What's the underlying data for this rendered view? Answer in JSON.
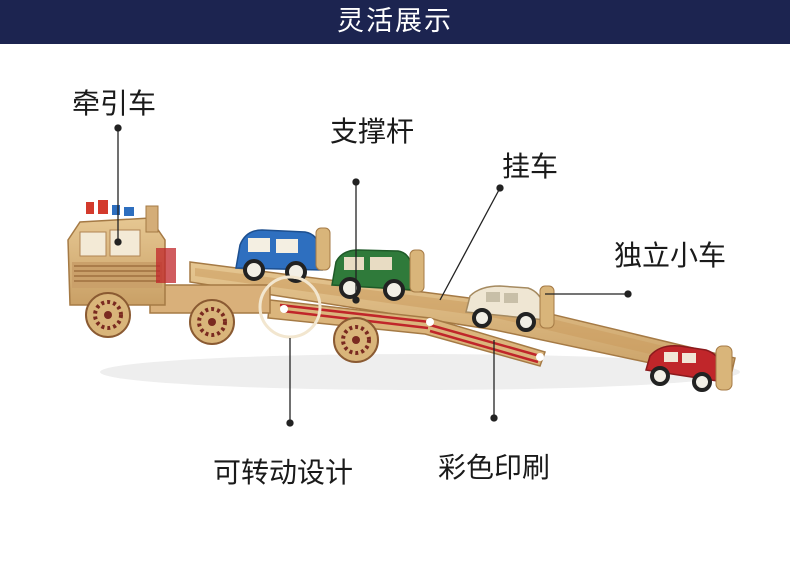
{
  "header": {
    "title": "灵活展示"
  },
  "labels": {
    "tractor": "牵引车",
    "support_rod": "支撑杆",
    "trailer": "挂车",
    "independent_car": "独立小车",
    "rotatable_design": "可转动设计",
    "color_printing": "彩色印刷"
  },
  "colors": {
    "header_bg": "#1c2450",
    "wood": "#d9b57a",
    "car_blue": "#2e6fbf",
    "car_green": "#2f7a3a",
    "car_red": "#c0262a",
    "car_cream": "#efe6d3"
  }
}
